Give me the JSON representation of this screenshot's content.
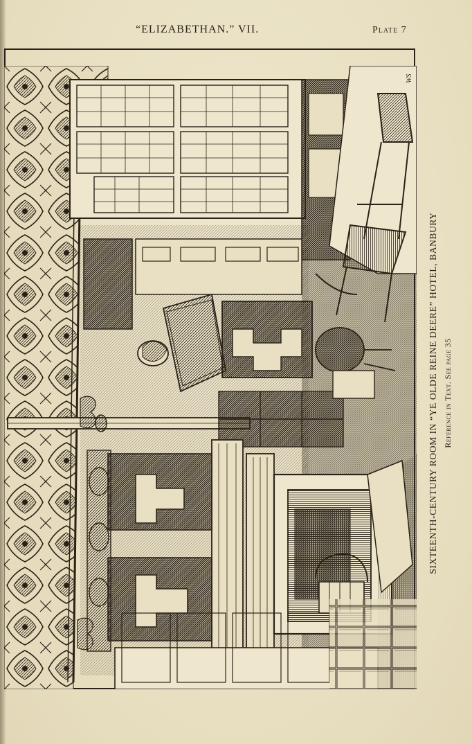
{
  "header": {
    "running_title": "“ELIZABETHAN.” VII.",
    "plate_label": "Plate 7"
  },
  "caption": {
    "title": "SIXTEENTH-CENTURY ROOM IN “YE OLDE REINE DEERE” HOTEL, BANBURY",
    "reference": "Reference in Text.  See page 35"
  },
  "illustration": {
    "artist_initials": "WS"
  },
  "colors": {
    "paper": "#ece4c9",
    "ink": "#2a2218"
  }
}
